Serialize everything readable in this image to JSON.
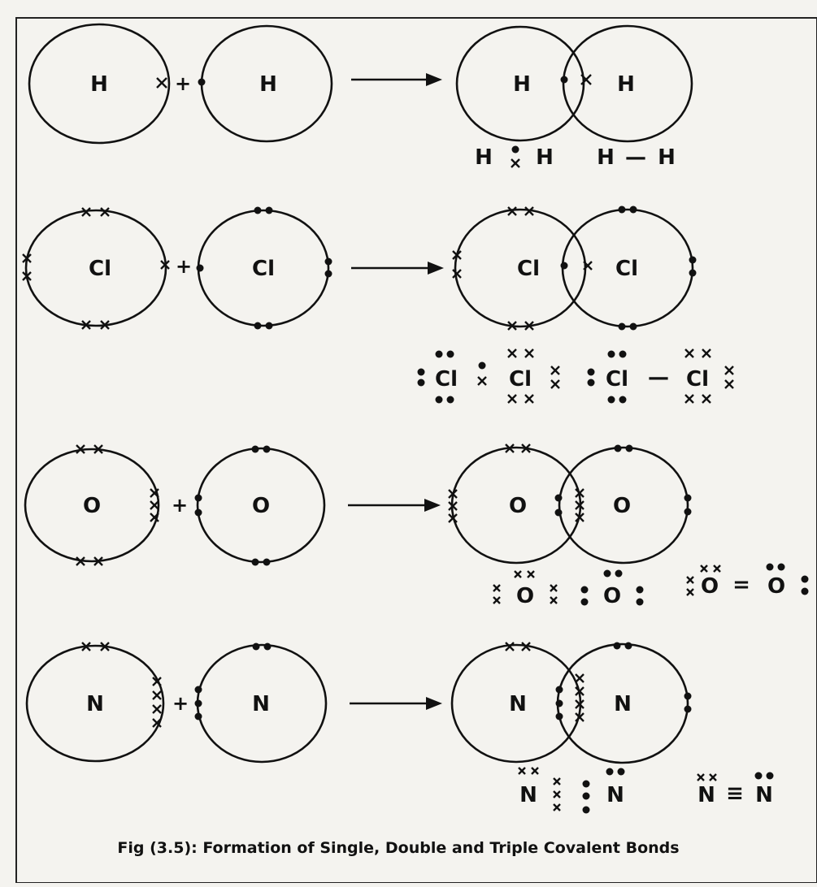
{
  "caption": "Fig (3.5): Formation of Single, Double and Triple Covalent Bonds",
  "rows": [
    {
      "element": "H",
      "plus": "+",
      "lewis_dot": "H : H",
      "structural": "H—H"
    },
    {
      "element": "Cl",
      "plus": "+",
      "lewis_dot": ":Cl: :Cl:",
      "structural": ":Cl — Cl:"
    },
    {
      "element": "O",
      "plus": "+",
      "lewis_dot": "O : O",
      "structural": "O = O"
    },
    {
      "element": "N",
      "plus": "+",
      "lewis_dot": "N : N",
      "structural": "N ≡ N"
    }
  ],
  "labels": {
    "H": "H",
    "Cl": "Cl",
    "O": "O",
    "N": "N",
    "single_bond": "—",
    "double_bond": "=",
    "triple_bond": "≡"
  }
}
